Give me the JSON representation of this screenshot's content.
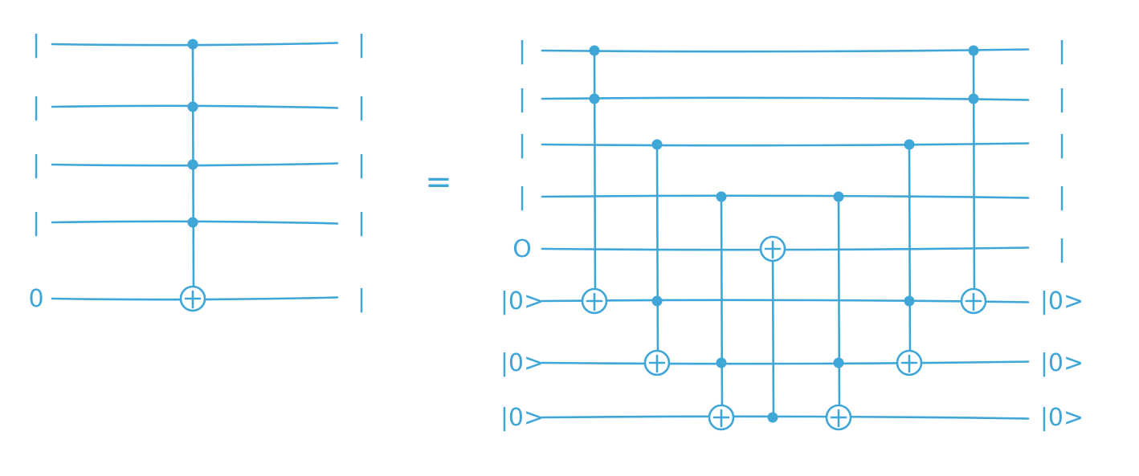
{
  "palette": {
    "ink": "#3fa6d8",
    "background": "#ffffff"
  },
  "equals_sign": "=",
  "left_circuit": {
    "labels": [
      {
        "in": "|",
        "out": "|"
      },
      {
        "in": "|",
        "out": "|"
      },
      {
        "in": "|",
        "out": "|"
      },
      {
        "in": "|",
        "out": "|"
      },
      {
        "in": "0",
        "out": "|"
      }
    ],
    "gates": [
      {
        "controls": [
          0,
          1,
          2,
          3
        ],
        "target": 4
      }
    ]
  },
  "right_circuit": {
    "labels": [
      {
        "in": "|",
        "out": "|"
      },
      {
        "in": "|",
        "out": "|"
      },
      {
        "in": "|",
        "out": "|"
      },
      {
        "in": "|",
        "out": "|"
      },
      {
        "in": "O",
        "out": "|"
      },
      {
        "in": "|0>",
        "out": "|0>"
      },
      {
        "in": "|0>",
        "out": "|0>"
      },
      {
        "in": "|0>",
        "out": "|0>"
      }
    ],
    "gates": [
      {
        "controls": [
          0,
          1
        ],
        "target": 5
      },
      {
        "controls": [
          2,
          5
        ],
        "target": 6
      },
      {
        "controls": [
          3,
          6
        ],
        "target": 7
      },
      {
        "controls": [
          7
        ],
        "target": 4
      },
      {
        "controls": [
          3,
          6
        ],
        "target": 7
      },
      {
        "controls": [
          2,
          5
        ],
        "target": 6
      },
      {
        "controls": [
          0,
          1
        ],
        "target": 5
      }
    ]
  }
}
